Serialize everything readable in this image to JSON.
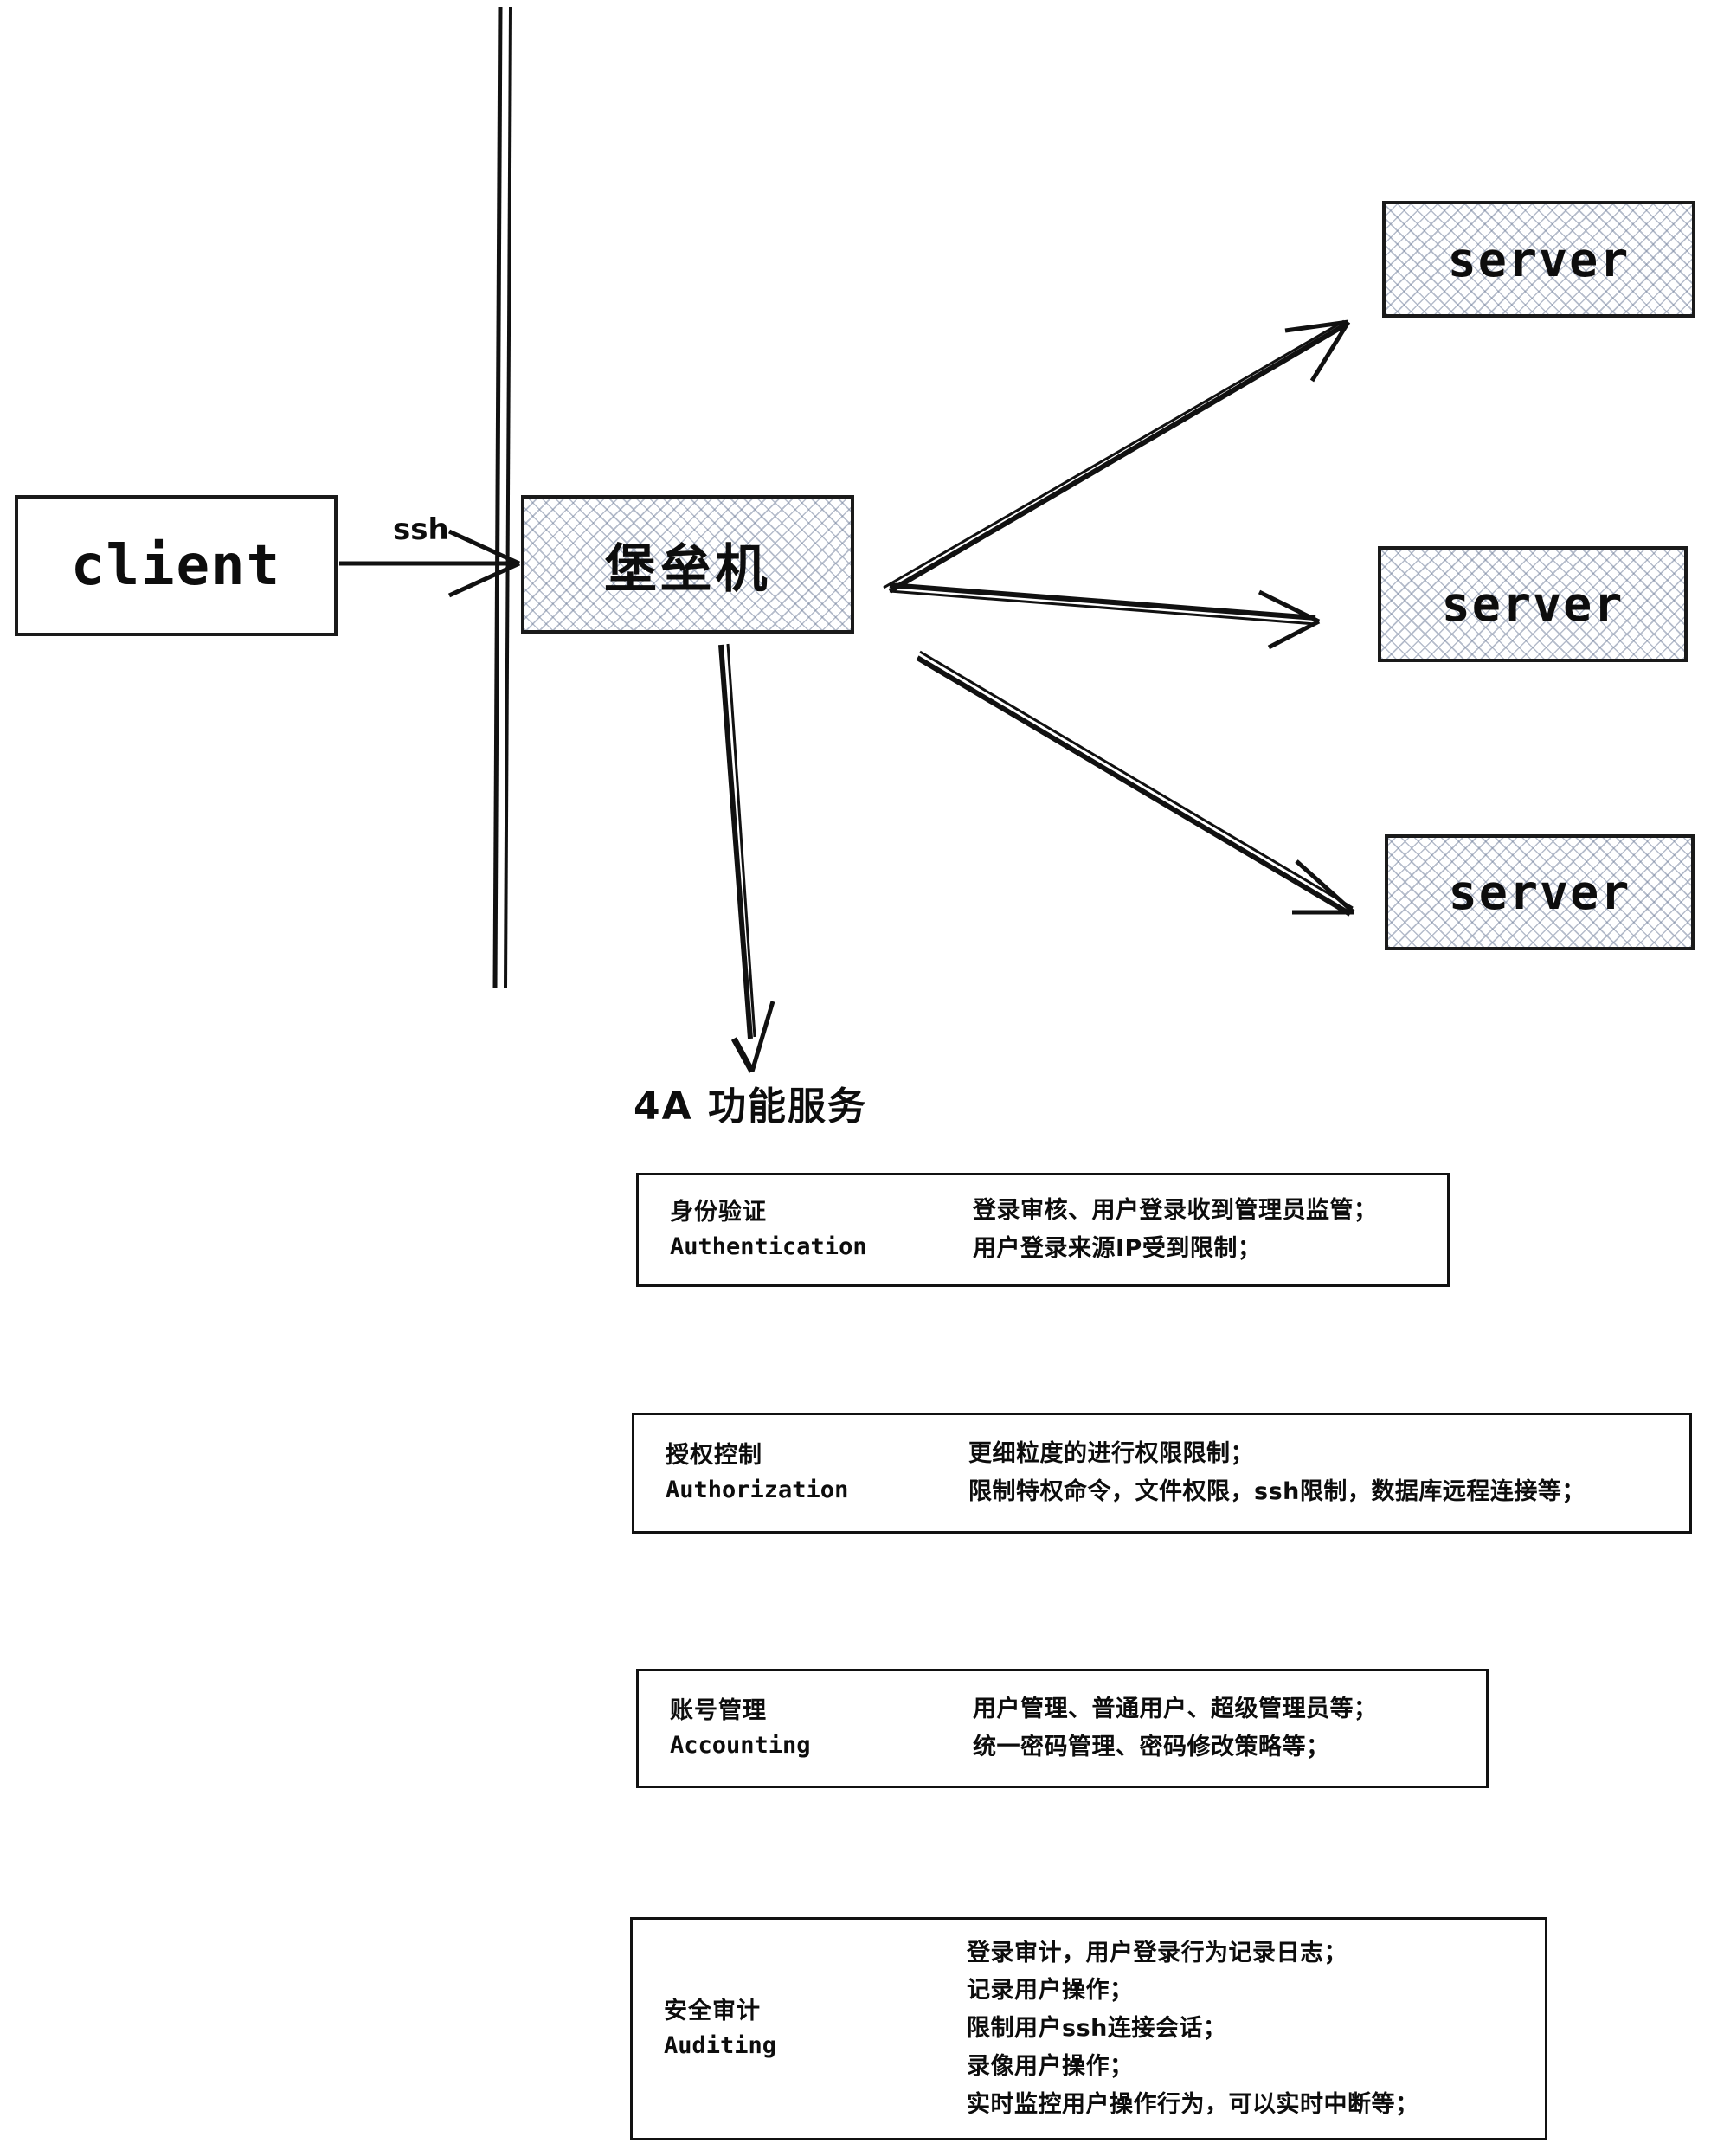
{
  "diagram": {
    "title_4a": "4A 功能服务",
    "edge_labels": {
      "ssh": "ssh"
    },
    "nodes": {
      "client": {
        "label": "client"
      },
      "bastion": {
        "label": "堡垒机"
      },
      "server1": {
        "label": "server"
      },
      "server2": {
        "label": "server"
      },
      "server3": {
        "label": "server"
      }
    },
    "panels": [
      {
        "name": "authentication",
        "title_cn": "身份验证",
        "title_en": "Authentication",
        "lines": [
          "登录审核、用户登录收到管理员监管；",
          "用户登录来源IP受到限制；"
        ]
      },
      {
        "name": "authorization",
        "title_cn": "授权控制",
        "title_en": "Authorization",
        "lines": [
          "更细粒度的进行权限限制；",
          "限制特权命令，文件权限，ssh限制，数据库远程连接等；"
        ]
      },
      {
        "name": "accounting",
        "title_cn": "账号管理",
        "title_en": "Accounting",
        "lines": [
          "用户管理、普通用户、超级管理员等；",
          "统一密码管理、密码修改策略等；"
        ]
      },
      {
        "name": "auditing",
        "title_cn": "安全审计",
        "title_en": "Auditing",
        "lines": [
          "登录审计，用户登录行为记录日志；",
          "记录用户操作；",
          "限制用户ssh连接会话；",
          "录像用户操作；",
          "实时监控用户操作行为，可以实时中断等；"
        ]
      }
    ],
    "colors": {
      "stroke": "#111111",
      "text": "#0d0d0d",
      "hatch": "#7886a0",
      "background": "#ffffff"
    }
  }
}
